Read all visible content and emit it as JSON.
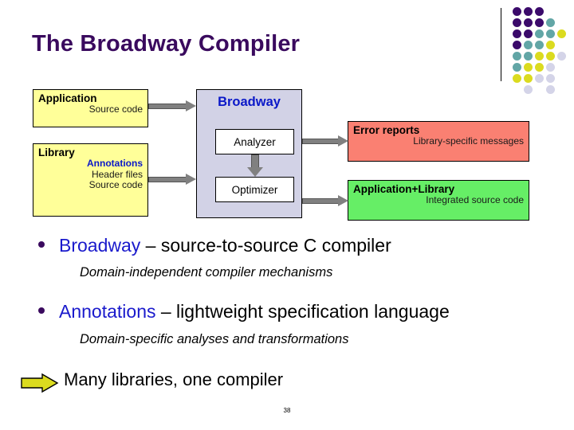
{
  "slide": {
    "title": "The Broadway Compiler",
    "number": "38",
    "colors": {
      "title": "#3a0a5e",
      "accent_blue": "#1a1acc",
      "input_box": "#ffff99",
      "process_box": "#d2d2e6",
      "error_box": "#fa8072",
      "output_box": "#66ee66",
      "arrow_gray": "#808080",
      "conclusion_arrow": "#dbdb1f"
    }
  },
  "decoration": {
    "name": "dot-grid",
    "rule_visible": true,
    "palette": {
      "purple": "#3b0a6b",
      "teal": "#62a6a6",
      "yellow": "#dbdb1f",
      "lavender": "#d4d4e8"
    },
    "dots": [
      {
        "row": 0,
        "col": 0,
        "color": "purple"
      },
      {
        "row": 0,
        "col": 1,
        "color": "purple"
      },
      {
        "row": 0,
        "col": 2,
        "color": "purple"
      },
      {
        "row": 1,
        "col": 0,
        "color": "purple"
      },
      {
        "row": 1,
        "col": 1,
        "color": "purple"
      },
      {
        "row": 1,
        "col": 2,
        "color": "purple"
      },
      {
        "row": 1,
        "col": 3,
        "color": "teal"
      },
      {
        "row": 2,
        "col": 0,
        "color": "purple"
      },
      {
        "row": 2,
        "col": 1,
        "color": "purple"
      },
      {
        "row": 2,
        "col": 2,
        "color": "teal"
      },
      {
        "row": 2,
        "col": 3,
        "color": "teal"
      },
      {
        "row": 2,
        "col": 4,
        "color": "yellow"
      },
      {
        "row": 3,
        "col": 0,
        "color": "purple"
      },
      {
        "row": 3,
        "col": 1,
        "color": "teal"
      },
      {
        "row": 3,
        "col": 2,
        "color": "teal"
      },
      {
        "row": 3,
        "col": 3,
        "color": "yellow"
      },
      {
        "row": 4,
        "col": 0,
        "color": "teal"
      },
      {
        "row": 4,
        "col": 1,
        "color": "teal"
      },
      {
        "row": 4,
        "col": 2,
        "color": "yellow"
      },
      {
        "row": 4,
        "col": 3,
        "color": "yellow"
      },
      {
        "row": 4,
        "col": 4,
        "color": "lavender"
      },
      {
        "row": 5,
        "col": 0,
        "color": "teal"
      },
      {
        "row": 5,
        "col": 1,
        "color": "yellow"
      },
      {
        "row": 5,
        "col": 2,
        "color": "yellow"
      },
      {
        "row": 5,
        "col": 3,
        "color": "lavender"
      },
      {
        "row": 6,
        "col": 0,
        "color": "yellow"
      },
      {
        "row": 6,
        "col": 1,
        "color": "yellow"
      },
      {
        "row": 6,
        "col": 2,
        "color": "lavender"
      },
      {
        "row": 6,
        "col": 3,
        "color": "lavender"
      },
      {
        "row": 7,
        "col": 1,
        "color": "lavender"
      },
      {
        "row": 7,
        "col": 3,
        "color": "lavender"
      }
    ]
  },
  "diagram": {
    "application": {
      "heading": "Application",
      "lines": [
        "Source code"
      ]
    },
    "library": {
      "heading": "Library",
      "lines": [
        "Annotations",
        "Header files",
        "Source code"
      ],
      "highlighted_line": "Annotations"
    },
    "broadway": {
      "title": "Broadway",
      "stages": [
        "Analyzer",
        "Optimizer"
      ]
    },
    "error_reports": {
      "heading": "Error reports",
      "lines": [
        "Library-specific messages"
      ]
    },
    "application_library": {
      "heading": "Application+Library",
      "lines": [
        "Integrated source code"
      ]
    },
    "arrows": [
      {
        "from": "Application",
        "to": "Broadway"
      },
      {
        "from": "Library",
        "to": "Broadway"
      },
      {
        "from": "Analyzer",
        "to": "Optimizer"
      },
      {
        "from": "Analyzer",
        "to": "Error reports"
      },
      {
        "from": "Optimizer",
        "to": "Application+Library"
      }
    ]
  },
  "bullets": [
    {
      "keyword": "Broadway",
      "rest": " – source-to-source C compiler",
      "subnote": "Domain-independent compiler mechanisms"
    },
    {
      "keyword": "Annotations",
      "rest": " – lightweight specification language",
      "subnote": "Domain-specific analyses and transformations"
    }
  ],
  "conclusion": {
    "text": "Many libraries, one compiler",
    "icon": "right-arrow-icon"
  }
}
